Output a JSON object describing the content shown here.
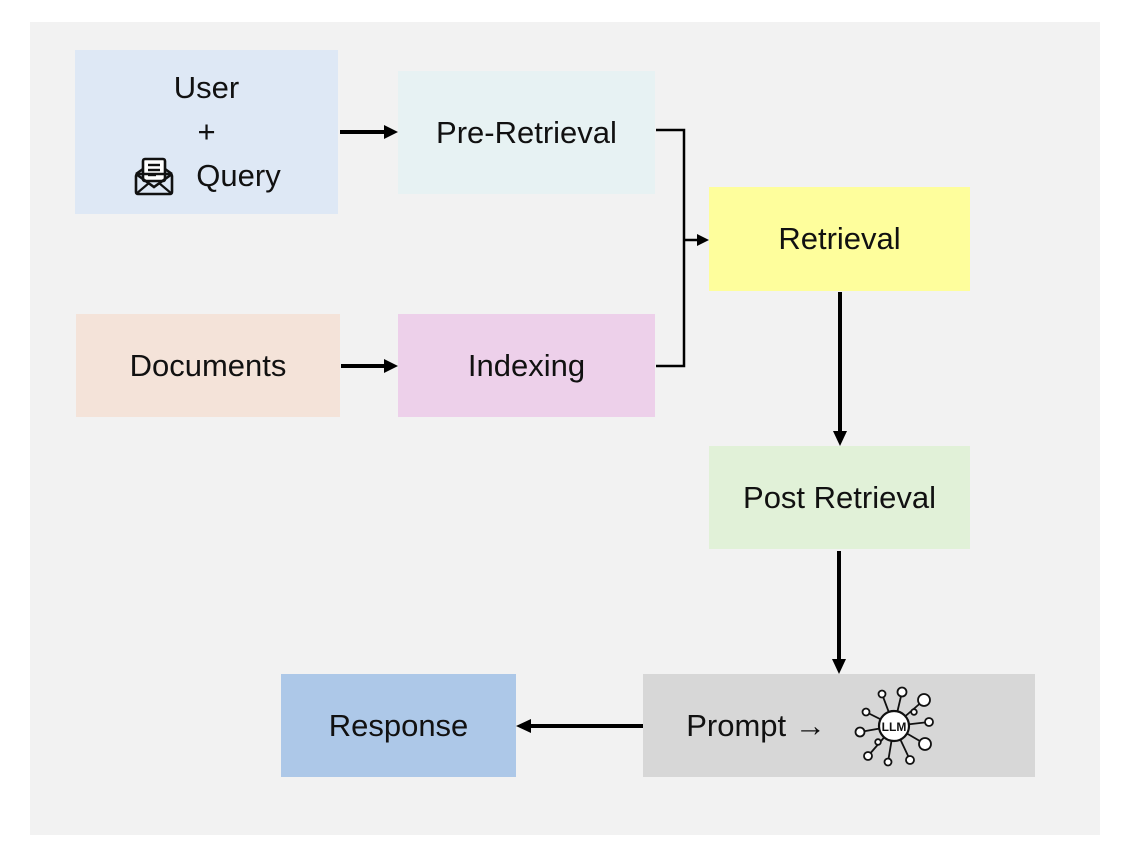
{
  "nodes": {
    "user": {
      "line1": "User",
      "line2": "+",
      "line3": "Query",
      "color": "#dee8f5",
      "icon": "envelope-document-icon"
    },
    "pre_retrieval": {
      "label": "Pre-Retrieval",
      "color": "#e7f2f3"
    },
    "retrieval": {
      "label": "Retrieval",
      "color": "#fefe9c"
    },
    "documents": {
      "label": "Documents",
      "color": "#f4e3d9"
    },
    "indexing": {
      "label": "Indexing",
      "color": "#edd0ea"
    },
    "post_retrieval": {
      "label": "Post Retrieval",
      "color": "#e1f1d8"
    },
    "prompt": {
      "label": "Prompt →",
      "color": "#d7d7d7",
      "icon": "llm-network-icon",
      "icon_text": "LLM"
    },
    "response": {
      "label": "Response",
      "color": "#adc8e8"
    }
  },
  "colors": {
    "canvas": "#f2f2f2",
    "connector": "#000000"
  }
}
